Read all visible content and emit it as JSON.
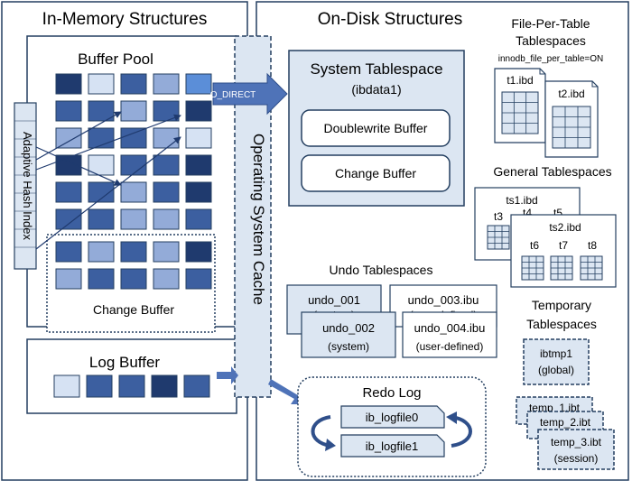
{
  "in_memory": {
    "title": "In-Memory Structures",
    "buffer_pool_title": "Buffer Pool",
    "ahi_label": "Adaptive Hash Index",
    "change_buffer_label": "Change Buffer",
    "log_buffer_title": "Log Buffer"
  },
  "os_cache": {
    "label": "Operating System Cache",
    "o_direct": "O_DIRECT"
  },
  "on_disk": {
    "title": "On-Disk Structures",
    "system_tablespace": {
      "title": "System Tablespace",
      "subtitle": "(ibdata1)",
      "doublewrite": "Doublewrite Buffer",
      "change_buffer": "Change Buffer"
    },
    "file_per_table": {
      "title_line1": "File-Per-Table",
      "title_line2": "Tablespaces",
      "option": "innodb_file_per_table=ON",
      "files": [
        "t1.ibd",
        "t2.ibd"
      ]
    },
    "general": {
      "title": "General Tablespaces",
      "ts1": "ts1.ibd",
      "ts1_tables": [
        "t3",
        "t4",
        "t5"
      ],
      "ts2": "ts2.ibd",
      "ts2_tables": [
        "t6",
        "t7",
        "t8"
      ]
    },
    "undo": {
      "title": "Undo Tablespaces",
      "undo_001": "undo_001",
      "undo_001_sub": "(system)",
      "undo_002": "undo_002",
      "undo_002_sub": "(system)",
      "undo_003": "undo_003.ibu",
      "undo_003_sub": "(user-defined)",
      "undo_004": "undo_004.ibu",
      "undo_004_sub": "(user-defined)"
    },
    "temporary": {
      "title_line1": "Temporary",
      "title_line2": "Tablespaces",
      "ibtmp1": "ibtmp1",
      "ibtmp1_sub": "(global)",
      "temp_1": "temp_1.ibt",
      "temp_2": "temp_2.ibt",
      "temp_3": "temp_3.ibt",
      "temp_3_sub": "(session)"
    },
    "redo": {
      "title": "Redo Log",
      "file0": "ib_logfile0",
      "file1": "ib_logfile1"
    }
  },
  "colors": {
    "page_dark": "#1F3A6E",
    "page_mid": "#3C5FA0",
    "page_light": "#93ABD8",
    "page_pale": "#D6E2F3",
    "page_blue": "#5B8ED8",
    "panel_fill": "#DCE6F2",
    "border": "#243F60",
    "arrow": "#4F73B8"
  }
}
